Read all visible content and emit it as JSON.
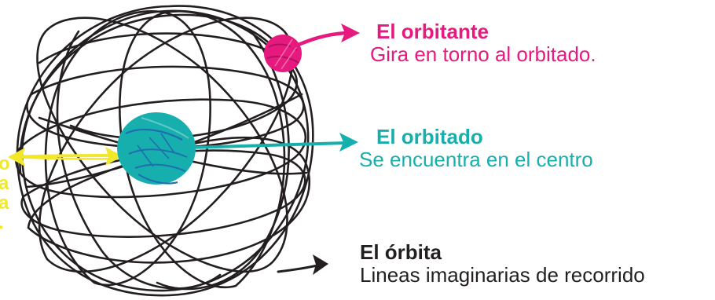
{
  "colors": {
    "orbitante": "#e6197e",
    "orbitado": "#17aeae",
    "orbita": "#231f20",
    "radio": "#f1e82a"
  },
  "labels": {
    "orbitante": {
      "title": "El orbitante",
      "desc": "Gira en torno al orbitado."
    },
    "orbitado": {
      "title": "El orbitado",
      "desc": "Se encuentra en el centro"
    },
    "orbita": {
      "title": "El órbita",
      "desc": "Lineas imaginarias de recorrido"
    }
  },
  "cut_text": {
    "line1": "o",
    "line2": "a",
    "line3": "a",
    "line4": "."
  }
}
